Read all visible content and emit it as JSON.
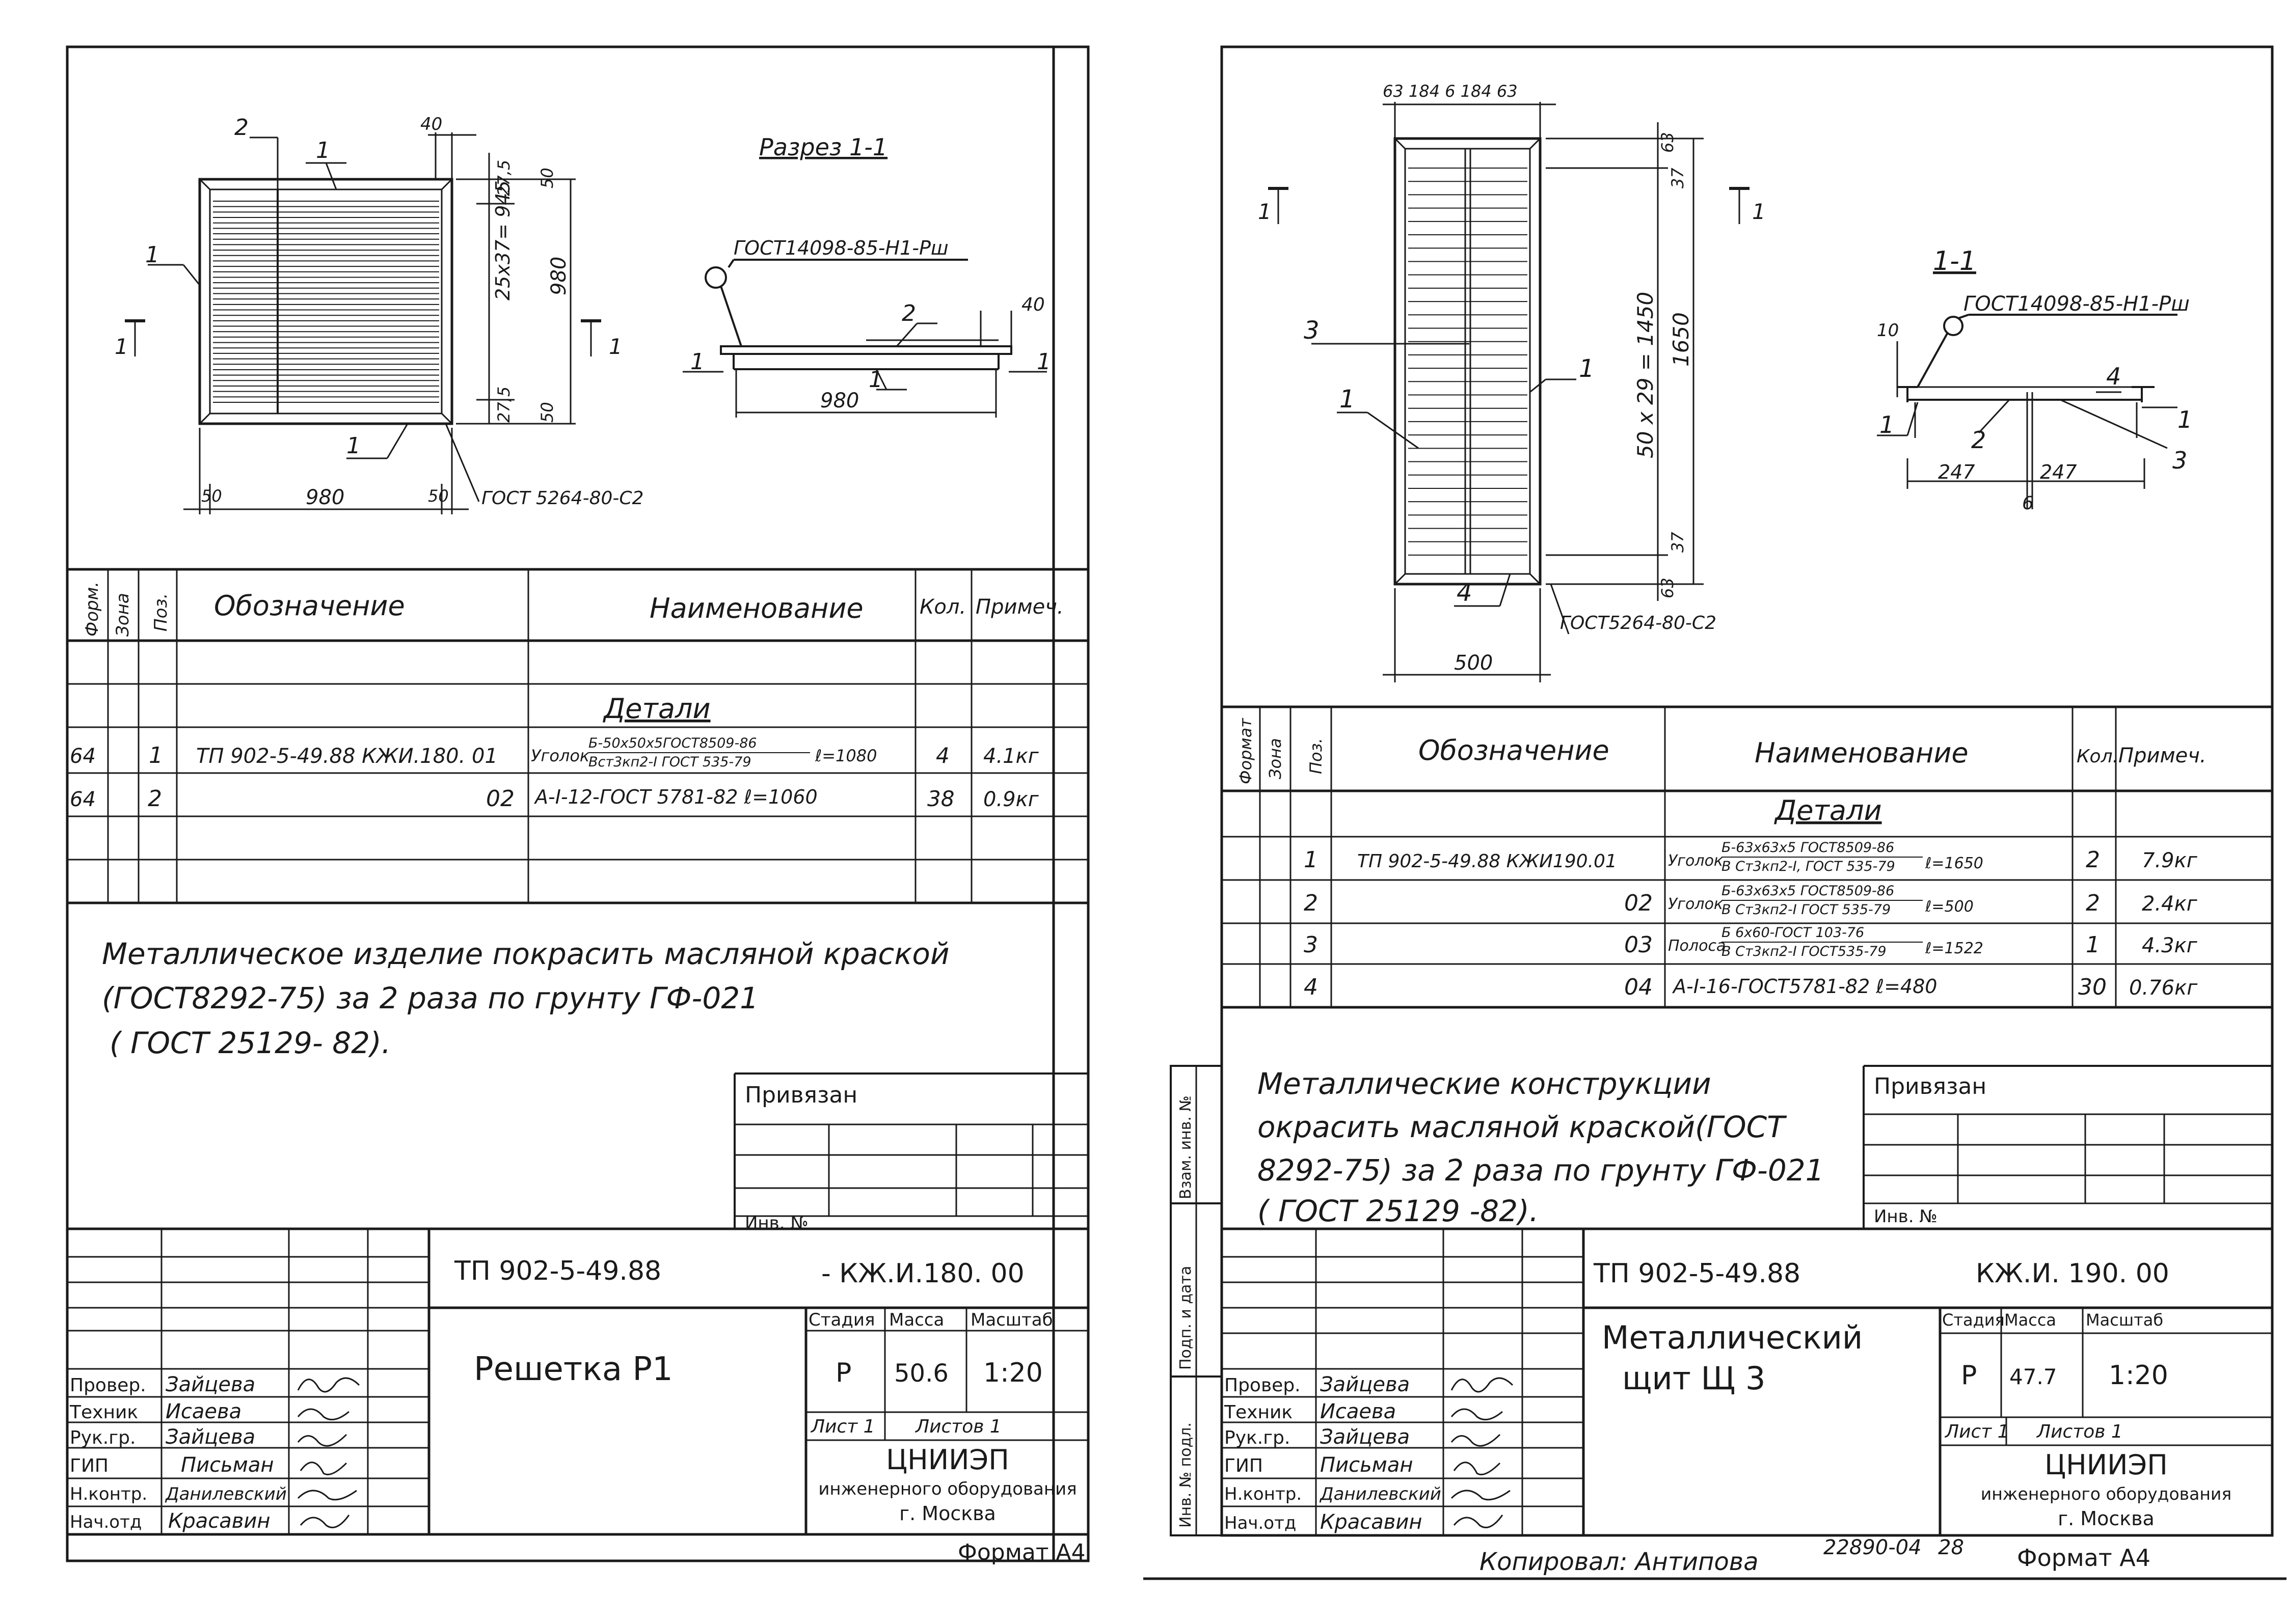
{
  "left": {
    "drawing": {
      "section_title": "Разрез 1-1",
      "gost_weld": "ГОСТ14098-85-Н1-Рш",
      "gost_weld2": "ГОСТ 5264-80-С2",
      "dims": {
        "d980_h": "980",
        "d980_v": "980",
        "d50a": "50",
        "d50b": "50",
        "d40": "40",
        "d40b": "40",
        "d275a": "27,5",
        "d275b": "27,5",
        "d50c": "50",
        "d50d": "50",
        "d945": "25x37= 945",
        "d980_s": "980"
      },
      "markers": {
        "m1": "1",
        "m2": "2",
        "sec": "1"
      }
    },
    "table": {
      "headers": {
        "format": "Форм.",
        "zone": "Зона",
        "pos": "Поз.",
        "designation": "Обозначение",
        "name": "Наименование",
        "qty": "Кол.",
        "note": "Примеч."
      },
      "group": "Детали",
      "rows": [
        {
          "format": "64",
          "pos": "1",
          "designation": "ТП 902-5-49.88  КЖИ.180. 01",
          "name_main": "Уголок",
          "name_top": "Б-50х50х5ГОСТ8509-86",
          "name_bottom": "Вст3кп2-I ГОСТ 535-79",
          "length": "ℓ=1080",
          "qty": "4",
          "note": "4.1кг"
        },
        {
          "format": "64",
          "pos": "2",
          "designation": "02",
          "name_main": "А-I-12-ГОСТ 5781-82  ℓ=1060",
          "name_top": "",
          "name_bottom": "",
          "length": "",
          "qty": "38",
          "note": "0.9кг"
        }
      ]
    },
    "note": [
      "Металлическое изделие покрасить масляной краской",
      "(ГОСТ8292-75)  за 2 раза  по грунту  ГФ-021",
      "( ГОСТ 25129- 82)."
    ],
    "privyazan": "Привязан",
    "inv_no": "Инв. №",
    "title_block": {
      "code_left": "ТП 902-5-49.88",
      "code_right": "- КЖ.И.180. 00",
      "title": "Решетка Р1",
      "stage_label": "Стадия",
      "mass_label": "Масса",
      "scale_label": "Масштаб",
      "stage": "Р",
      "mass": "50.6",
      "scale": "1:20",
      "sheet_label": "Лист 1",
      "sheets_label": "Листов 1",
      "org": [
        "ЦНИИЭП",
        "инженерного оборудования",
        "г. Москва"
      ],
      "people": [
        {
          "role": "Провер.",
          "name": "Зайцева"
        },
        {
          "role": "Техник",
          "name": "Исаева"
        },
        {
          "role": "Рук.гр.",
          "name": "Зайцева"
        },
        {
          "role": "ГИП",
          "name": "Письман"
        },
        {
          "role": "Н.контр.",
          "name": "Данилевский"
        },
        {
          "role": "Нач.отд",
          "name": "Красавин"
        }
      ]
    },
    "format": "Формат А4"
  },
  "right": {
    "drawing": {
      "section_title": "1-1",
      "gost_weld": "ГОСТ14098-85-Н1-Рш",
      "gost_weld2": "ГОСТ5264-80-С2",
      "dims": {
        "top": "63  184 6  184  63",
        "d63a": "63",
        "d37a": "37",
        "d1450": "50 х 29 = 1450",
        "d1650": "1650",
        "d37b": "37",
        "d63b": "63",
        "d500": "500",
        "d10": "10",
        "d247a": "247",
        "d247b": "247",
        "d6": "6"
      },
      "markers": {
        "m1": "1",
        "m2": "2",
        "m3": "3",
        "m4": "4",
        "sec": "1"
      }
    },
    "table": {
      "headers": {
        "format": "Формат",
        "zone": "Зона",
        "pos": "Поз.",
        "designation": "Обозначение",
        "name": "Наименование",
        "qty": "Кол.",
        "note": "Примеч."
      },
      "group": "Детали",
      "rows": [
        {
          "pos": "1",
          "designation": "ТП 902-5-49.88   КЖИ190.01",
          "name_main": "Уголок",
          "name_top": "Б-63х63х5 ГОСТ8509-86",
          "name_bottom": "В Ст3кп2-I, ГОСТ 535-79",
          "length": "ℓ=1650",
          "qty": "2",
          "note": "7.9кг"
        },
        {
          "pos": "2",
          "designation": "02",
          "name_main": "Уголок",
          "name_top": "Б-63х63х5 ГОСТ8509-86",
          "name_bottom": "В Ст3кп2-I ГОСТ 535-79",
          "length": "ℓ=500",
          "qty": "2",
          "note": "2.4кг"
        },
        {
          "pos": "3",
          "designation": "03",
          "name_main": "Полоса",
          "name_top": "Б 6х60-ГОСТ 103-76",
          "name_bottom": "В Ст3кп2-I ГОСТ535-79",
          "length": "ℓ=1522",
          "qty": "1",
          "note": "4.3кг"
        },
        {
          "pos": "4",
          "designation": "04",
          "name_main": "А-I-16-ГОСТ5781-82    ℓ=480",
          "name_top": "",
          "name_bottom": "",
          "length": "",
          "qty": "30",
          "note": "0.76кг"
        }
      ]
    },
    "note": [
      "Металлические  конструкции",
      "окрасить масляной краской(ГОСТ",
      "8292-75) за 2 раза  по грунту ГФ-021",
      "( ГОСТ 25129 -82)."
    ],
    "privyazan": "Привязан",
    "inv_no": "Инв. №",
    "side_labels": [
      "Инв. № подл.",
      "Подп. и дата",
      "Взам. инв. №"
    ],
    "title_block": {
      "code_left": "ТП 902-5-49.88",
      "code_right": "КЖ.И. 190. 00",
      "title": [
        "Металлический",
        "щит  Щ 3"
      ],
      "stage_label": "Стадия",
      "mass_label": "Масса",
      "scale_label": "Масштаб",
      "stage": "Р",
      "mass": "47.7",
      "scale": "1:20",
      "sheet_label": "Лист 1",
      "sheets_label": "Листов 1",
      "org": [
        "ЦНИИЭП",
        "инженерного оборудования",
        "г. Москва"
      ],
      "people": [
        {
          "role": "Провер.",
          "name": "Зайцева"
        },
        {
          "role": "Техник",
          "name": "Исаева"
        },
        {
          "role": "Рук.гр.",
          "name": "Зайцева"
        },
        {
          "role": "ГИП",
          "name": "Письман"
        },
        {
          "role": "Н.контр.",
          "name": "Данилевский"
        },
        {
          "role": "Нач.отд",
          "name": "Красавин"
        }
      ]
    },
    "copied": "Копировал:  Антипова",
    "order_no": "22890-04",
    "sheet_no": "28",
    "format": "Формат А4"
  }
}
